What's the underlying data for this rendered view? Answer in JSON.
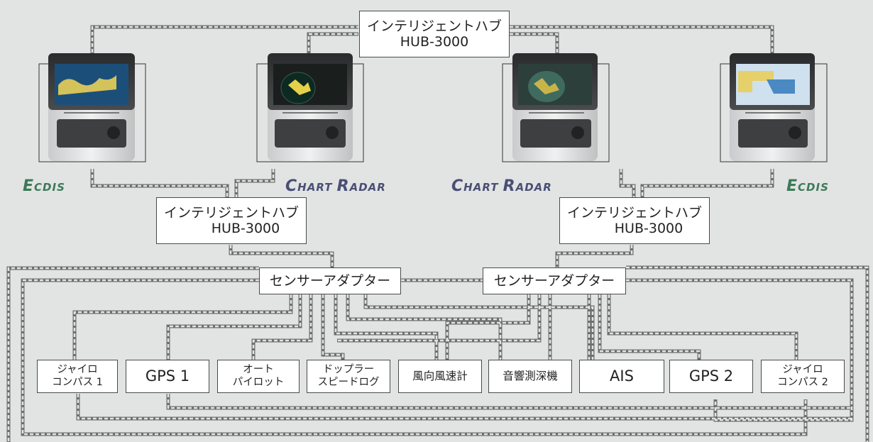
{
  "colors": {
    "background": "#e2e4e4",
    "wire": "#6f6f6f",
    "ecdis_brand": "#3d7a57",
    "radar_brand": "#4a4f75",
    "box_border": "#4a4a4a"
  },
  "hubs": {
    "top": {
      "line1": "インテリジェントハブ",
      "line2": "HUB-3000"
    },
    "left": {
      "line1": "インテリジェントハブ",
      "line2": "HUB-3000"
    },
    "right": {
      "line1": "インテリジェントハブ",
      "line2": "HUB-3000"
    }
  },
  "adapters": {
    "left": "センサーアダプター",
    "right": "センサーアダプター"
  },
  "consoles": {
    "c1": {
      "brand_cap": "E",
      "brand_rest": "CDIS",
      "display": "chart-map-icon"
    },
    "c2": {
      "brand_cap1": "C",
      "brand_rest1": "HART ",
      "brand_cap2": "R",
      "brand_rest2": "ADAR",
      "display": "radar-scope-icon"
    },
    "c3": {
      "brand_cap1": "C",
      "brand_rest1": "HART ",
      "brand_cap2": "R",
      "brand_rest2": "ADAR",
      "display": "radar-chart-overlay-icon"
    },
    "c4": {
      "brand_cap": "E",
      "brand_rest": "CDIS",
      "display": "chart-map-icon"
    }
  },
  "sensors": [
    {
      "line1": "ジャイロ",
      "line2": "コンパス 1"
    },
    {
      "line1": "GPS 1",
      "line2": ""
    },
    {
      "line1": "オート",
      "line2": "パイロット"
    },
    {
      "line1": "ドップラー",
      "line2": "スピードログ"
    },
    {
      "line1": "風向風速計",
      "line2": ""
    },
    {
      "line1": "音響測深機",
      "line2": ""
    },
    {
      "line1": "AIS",
      "line2": ""
    },
    {
      "line1": "GPS 2",
      "line2": ""
    },
    {
      "line1": "ジャイロ",
      "line2": "コンパス 2"
    }
  ]
}
